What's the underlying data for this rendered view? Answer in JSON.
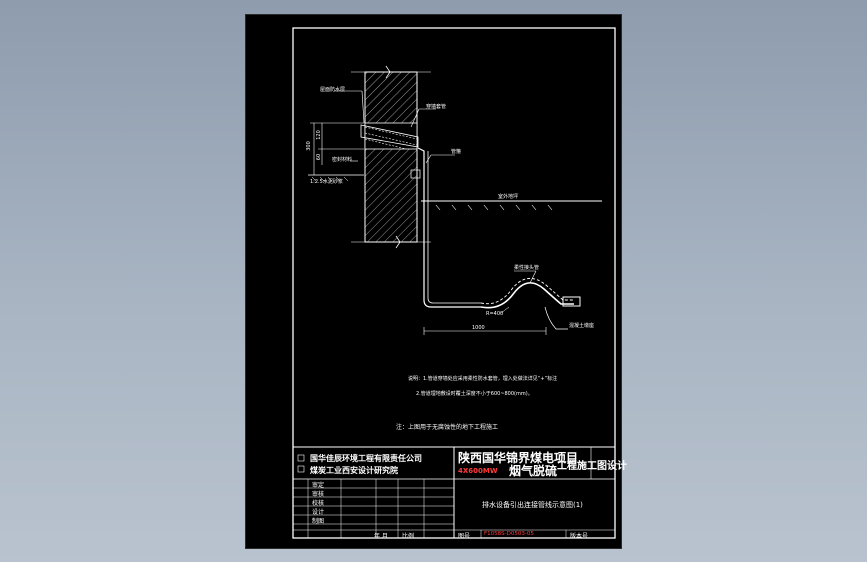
{
  "labels": {
    "top_left": "屋面防水层",
    "top_right": "穿墙套管",
    "mid_right": "管箍",
    "ground": "室外地坪",
    "left_lower": "密封材料",
    "left_bottom": "1:2.5水泥砂浆",
    "dim_outer": "300",
    "dim_inner": "120",
    "dim_small": "60",
    "pipe_top": "柔性接头管",
    "radius": "R=400",
    "base_width": "1000",
    "bottom_right": "混凝土墩座"
  },
  "notes": {
    "line1": "说明：1.管道穿墙处应采用柔性防水套管，埋入处做法详见“+”标注",
    "line2": "2.管道埋地敷设时覆土深度不小于600~800(mm)。",
    "line3": "注：上图用于无腐蚀性的地下工程施工"
  },
  "title_block": {
    "company1": "国华佳辰环境工程有限责任公司",
    "company2": "煤炭工业西安设计研究院",
    "project_line1": "陕西国华锦界煤电项目",
    "project_code": "4X600MW",
    "project_line2": "烟气脱硫",
    "project_line3": "工程施工图设计",
    "roles": [
      "审定",
      "审核",
      "校核",
      "设计",
      "制图"
    ],
    "drawing_title": "排水设备引出连接管线示意图(1)",
    "scale_label": "比例",
    "sheet_label": "图号",
    "sheet_number": "F1058S-D0503-05",
    "version_label": "版本号",
    "date_label": "年  月"
  }
}
